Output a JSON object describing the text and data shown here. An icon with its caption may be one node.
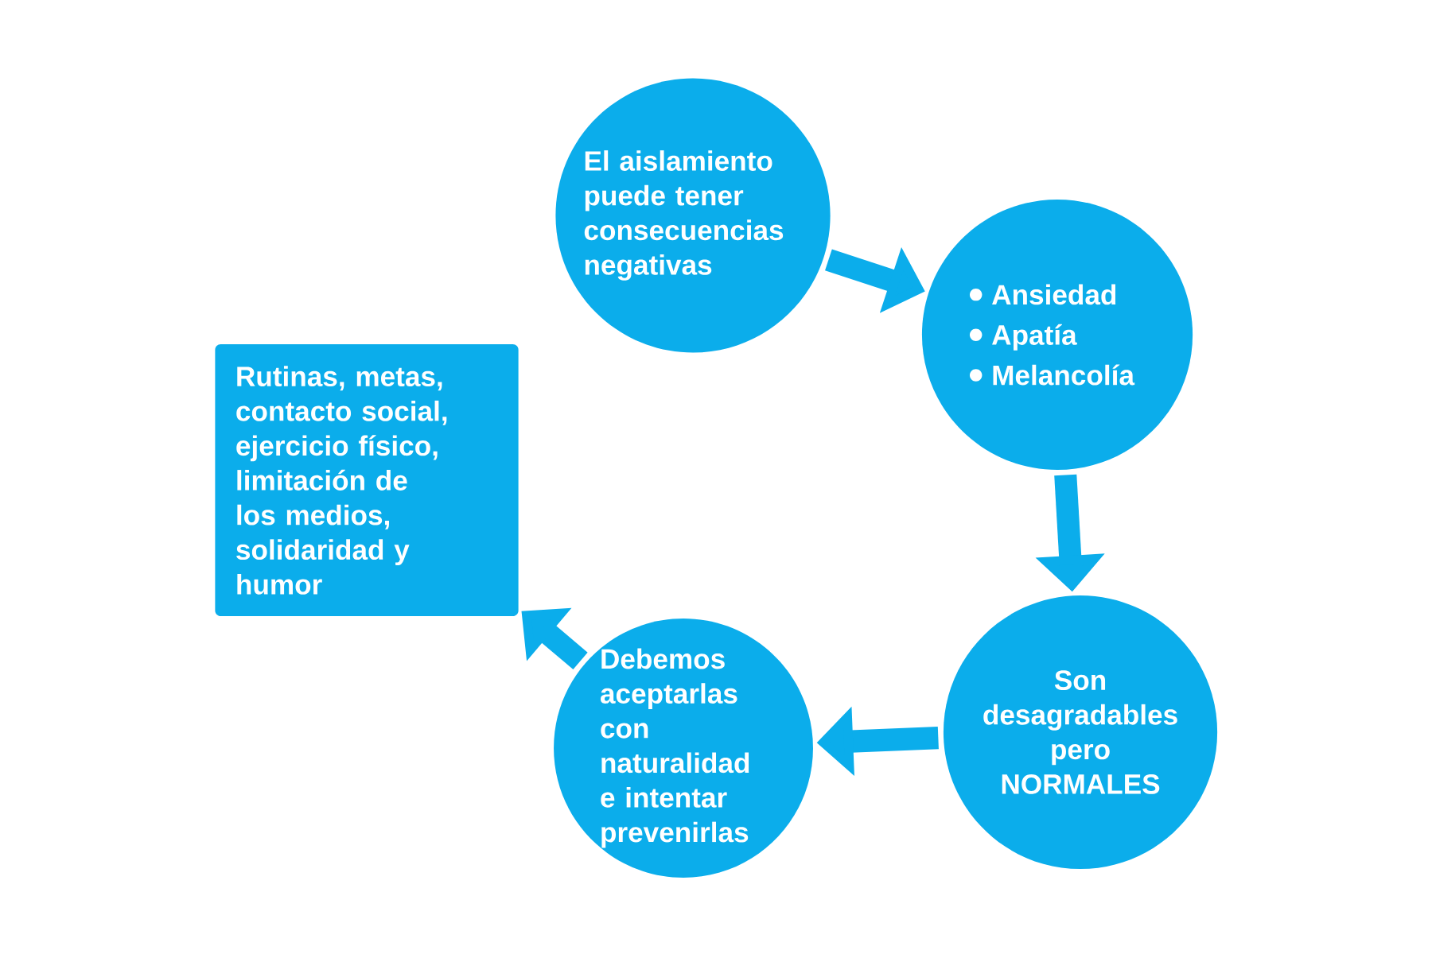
{
  "diagram": {
    "nodes": [
      {
        "text": [
          "El aislamiento puede tener consecuencias negativas"
        ]
      },
      {
        "text": [
          "Ansiedad",
          "Apatía",
          "Melancolía"
        ]
      },
      {
        "text": [
          "Son desagradables pero NORMALES"
        ]
      },
      {
        "text": [
          "Debemos aceptarlas con naturalidad e intentar prevenirlas"
        ]
      },
      {
        "text": [
          "Rutinas, metas, contacto social, ejercicio físico, limitación de los medios, solidaridad y humor"
        ]
      }
    ],
    "edges": [
      {
        "from": 0,
        "to": 1,
        "arrow": "to"
      },
      {
        "from": 1,
        "to": 2,
        "arrow": "to"
      },
      {
        "from": 2,
        "to": 3,
        "arrow": "to"
      },
      {
        "from": 3,
        "to": 4,
        "arrow": "to"
      }
    ]
  }
}
